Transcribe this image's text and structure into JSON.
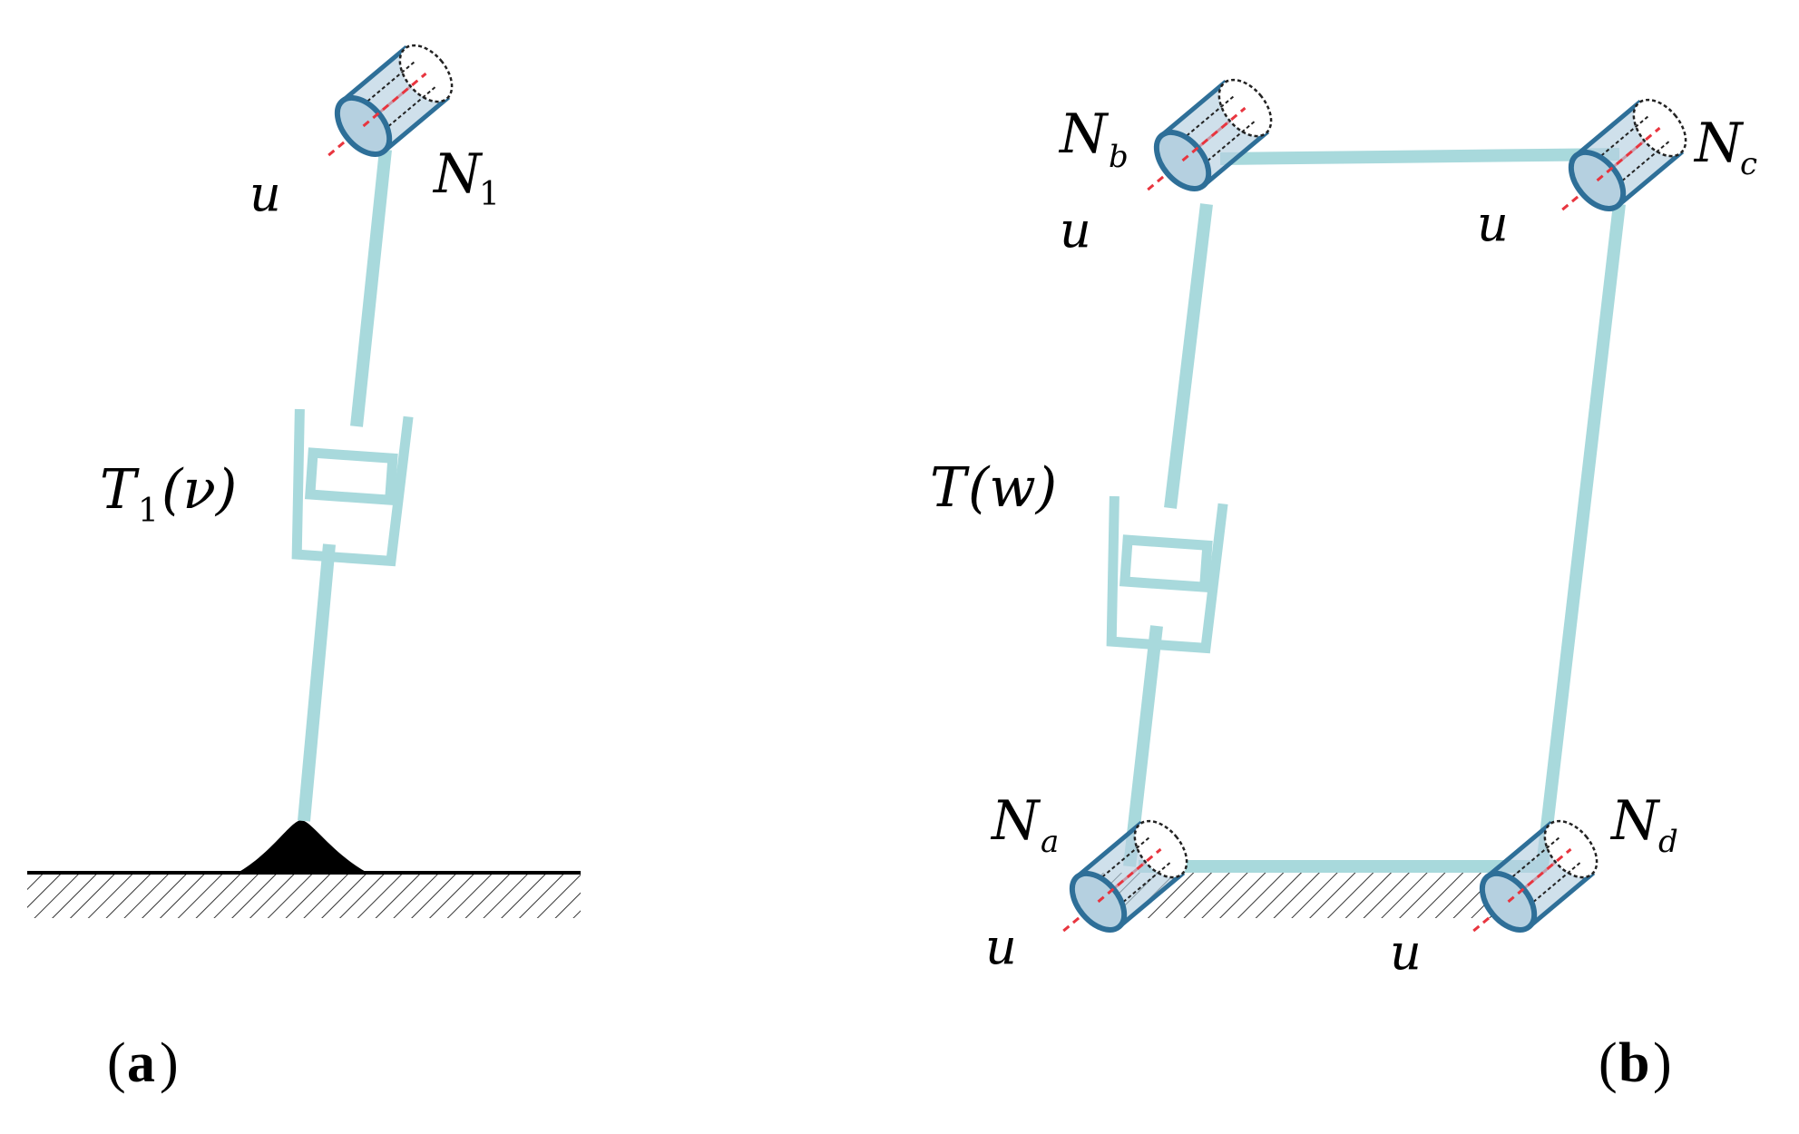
{
  "panel_a": {
    "caption": "a",
    "node_label": {
      "main": "N",
      "subscript": "1"
    },
    "damper_label": {
      "main": "T",
      "subscript": "1",
      "arg": "(ν)"
    },
    "axis_label": "u"
  },
  "panel_b": {
    "caption": "b",
    "node_labels": {
      "a": {
        "main": "N",
        "subscript": "a"
      },
      "b": {
        "main": "N",
        "subscript": "b"
      },
      "c": {
        "main": "N",
        "subscript": "c"
      },
      "d": {
        "main": "N",
        "subscript": "d"
      }
    },
    "damper_label": {
      "main": "T",
      "arg": "(w)"
    },
    "axis_label": "u"
  },
  "colors": {
    "link": "#a8d9dc",
    "joint_fill": "#b5d0e0",
    "joint_stroke": "#2e6f98",
    "axis": "#e8353f",
    "ground": "#000000"
  }
}
